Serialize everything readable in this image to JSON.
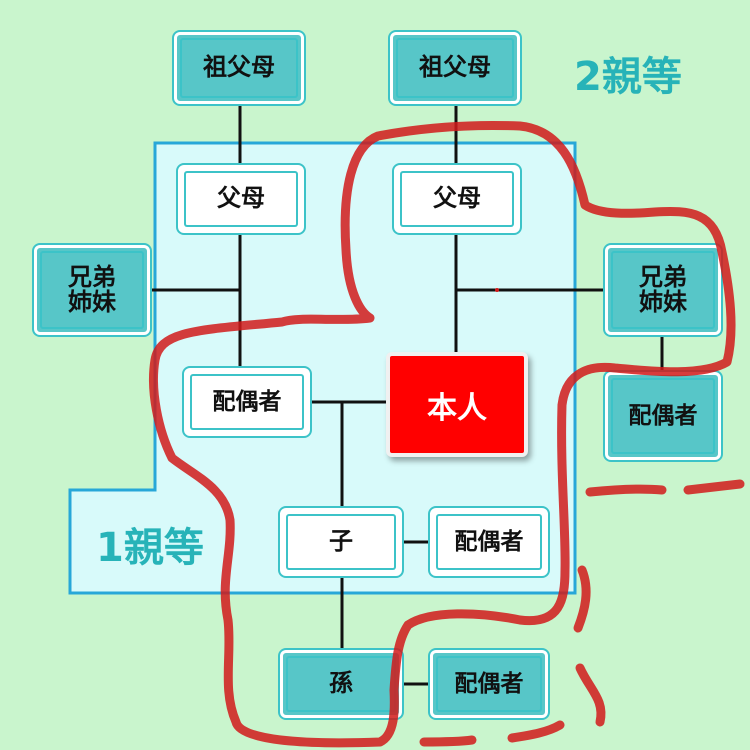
{
  "nodes": {
    "grandparents_left": "祖父母",
    "grandparents_right": "祖父母",
    "parents_left": "父母",
    "parents_right": "父母",
    "siblings_left": "兄弟\n姉妹",
    "siblings_right": "兄弟\n姉妹",
    "spouse": "配偶者",
    "self": "本人",
    "sibling_spouse": "配偶者",
    "child": "子",
    "child_spouse": "配偶者",
    "grandchild": "孫",
    "grandchild_spouse": "配偶者"
  },
  "degree_labels": {
    "second": "2親等",
    "first": "1親等"
  },
  "colors": {
    "background": "#c9f5cd",
    "first_degree_zone": "#d8fafa",
    "node_border": "#3cc3c8",
    "self_fill": "#ff0000",
    "annotation": "#d11a1a"
  }
}
